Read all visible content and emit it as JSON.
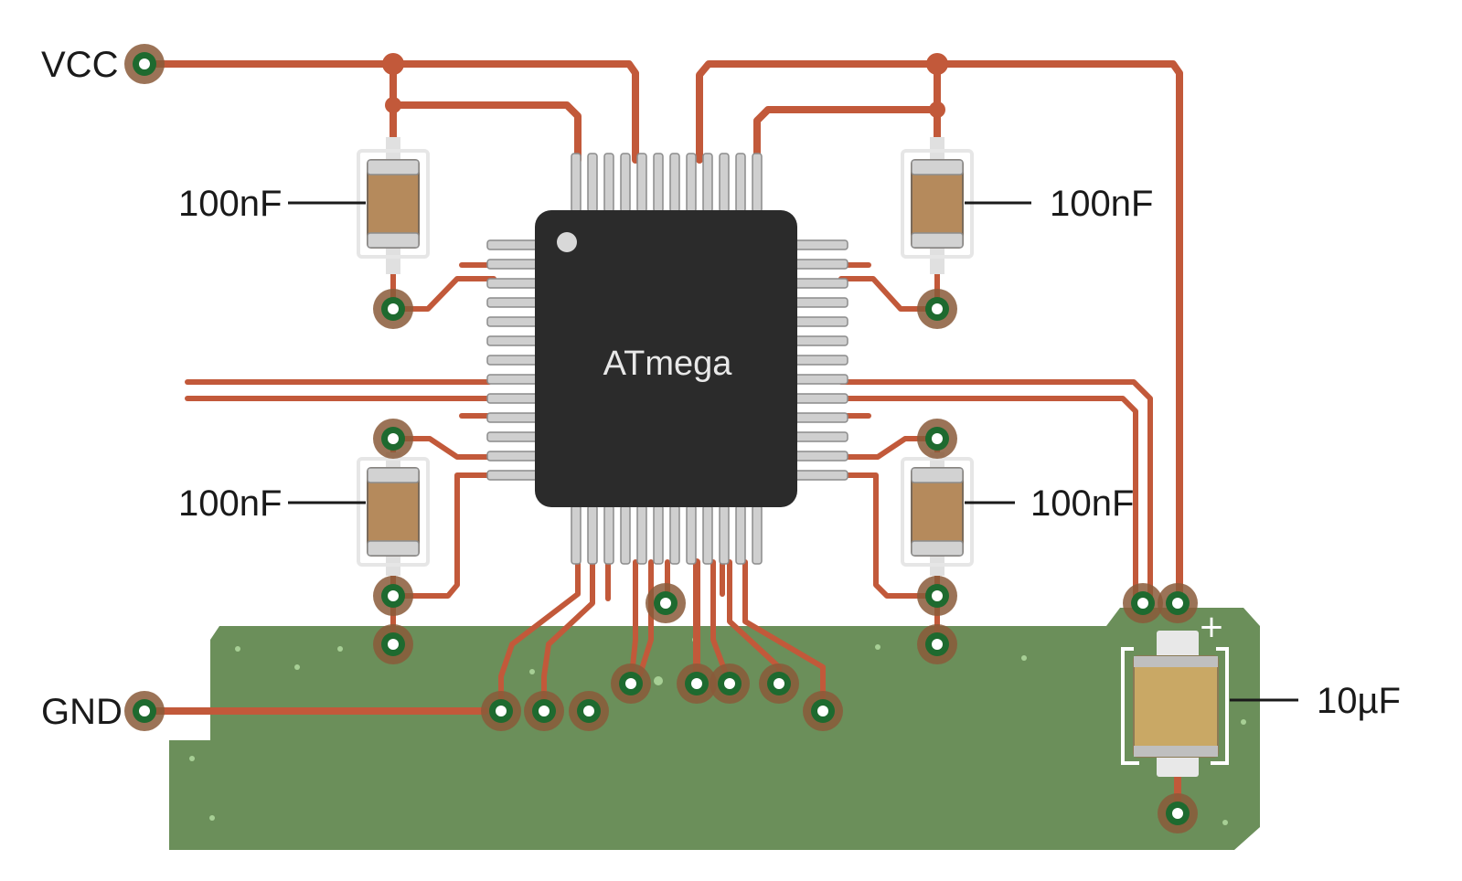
{
  "nets": {
    "vcc_label": "VCC",
    "gnd_label": "GND"
  },
  "chip": {
    "label": "ATmega"
  },
  "capacitors": {
    "top_left": "100nF",
    "top_right": "100nF",
    "bottom_left": "100nF",
    "bottom_right": "100nF",
    "bulk": "10µF",
    "bulk_polarity": "+"
  },
  "colors": {
    "copper_trace": "#c2593a",
    "ground_pour": "#6b8f5a",
    "chip_body": "#2b2b2b",
    "via_ring": "#1e6a2f",
    "ceramic_body": "#b58a5c",
    "tantalum_body": "#c9a865",
    "pin_silver": "#c9c9c9"
  }
}
